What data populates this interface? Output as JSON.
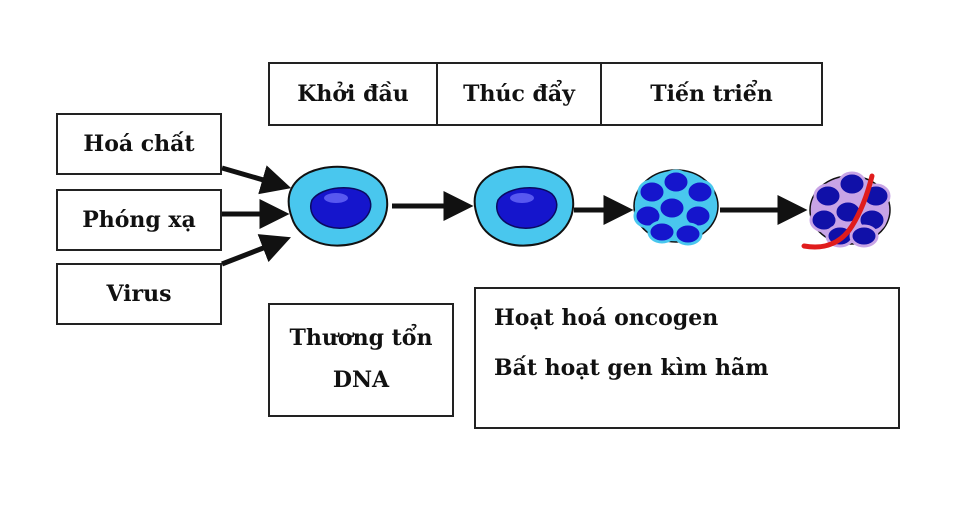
{
  "stages": [
    "Khởi đầu",
    "Thúc đẩy",
    "Tiến triển"
  ],
  "agents": [
    "Hoá chất",
    "Phóng xạ",
    "Virus"
  ],
  "dna_box": {
    "line1": "Thương tổn",
    "line2": "DNA"
  },
  "gene_box": {
    "line1": "Hoạt hoá oncogen",
    "line2": "Bất hoạt gen kìm hãm"
  },
  "colors": {
    "cell_body": "#49c7ee",
    "nucleus": "#1515cc",
    "nucleus_highlight": "#5858f0",
    "invasion": "#e01c1c",
    "outline": "#111111"
  }
}
